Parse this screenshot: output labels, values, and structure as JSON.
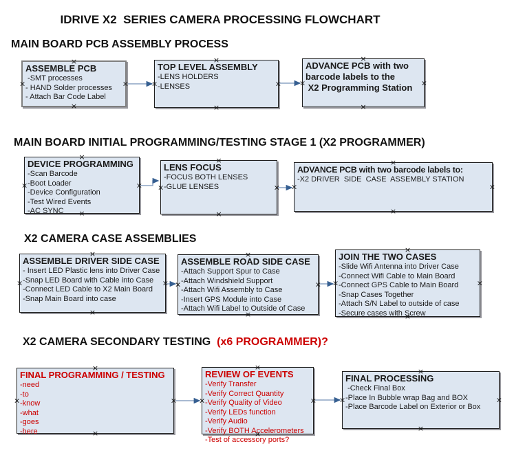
{
  "title": "IDRIVE X2  SERIES CAMERA PROCESSING FLOWCHART",
  "colors": {
    "accent_red": "#cc0000",
    "box_fill": "#dde6f1",
    "arrow_line": "#8ca3c3",
    "arrow_head": "#365f91"
  },
  "sections": [
    {
      "heading": "MAIN BOARD PCB ASSEMBLY PROCESS",
      "heading_red": "",
      "boxes": [
        {
          "title": "ASSEMBLE PCB",
          "lines": [
            " -SMT processes",
            "- HAND Solder processes",
            "- Attach Bar Code Label"
          ]
        },
        {
          "title": "TOP LEVEL ASSEMBLY",
          "lines": [
            "-LENS HOLDERS",
            "-LENSES"
          ]
        },
        {
          "title": "ADVANCE PCB with two",
          "lines": [
            "barcode labels to the",
            " X2 Programming Station"
          ]
        }
      ]
    },
    {
      "heading": "MAIN BOARD INITIAL PROGRAMMING/TESTING STAGE 1 (X2 PROGRAMMER)",
      "heading_red": "",
      "boxes": [
        {
          "title": "DEVICE PROGRAMMING",
          "lines": [
            "-Scan Barcode",
            "-Boot Loader",
            "-Device Configuration",
            "-Test Wired Events",
            "-AC SYNC"
          ]
        },
        {
          "title": "LENS FOCUS",
          "lines": [
            "-FOCUS BOTH LENSES",
            "-GLUE LENSES"
          ]
        },
        {
          "title": "ADVANCE PCB with two barcode labels to:",
          "lines": [
            "-X2 DRIVER  SIDE  CASE  ASSEMBLY STATION"
          ]
        }
      ]
    },
    {
      "heading": "X2 CAMERA CASE ASSEMBLIES",
      "heading_red": "",
      "boxes": [
        {
          "title": "ASSEMBLE DRIVER SIDE CASE",
          "lines": [
            "- Insert LED Plastic lens into Driver Case",
            "-Snap LED Board with Cable into Case",
            "-Connect LED Cable to X2 Main Board",
            "-Snap Main Board into case"
          ]
        },
        {
          "title": "ASSEMBLE ROAD SIDE CASE",
          "lines": [
            "-Attach Support Spur to Case",
            "-Attach Windshield Support",
            "-Attach Wifi Assembly to Case",
            "-Insert GPS Module into Case",
            "-Attach Wifi Label to Outside of Case"
          ]
        },
        {
          "title": "JOIN THE TWO CASES",
          "lines": [
            "-Slide Wifi Antenna into Driver Case",
            "-Connect Wifi Cable to Main Board",
            "-Connect GPS Cable to Main Board",
            "-Snap Cases Together",
            "-Attach S/N Label to outside of case",
            "-Secure cases with Screw"
          ]
        }
      ]
    },
    {
      "heading": "X2 CAMERA SECONDARY TESTING ",
      "heading_red": " (x6 PROGRAMMER)?",
      "boxes": [
        {
          "title": "FINAL PROGRAMMING / TESTING",
          "red": true,
          "lines": [
            "-need",
            "-to",
            "-know",
            "-what",
            "-goes",
            "-here"
          ]
        },
        {
          "title": "REVIEW OF EVENTS",
          "red": true,
          "lines": [
            "-Verify Transfer",
            "-Verify Correct Quantity",
            "-Verify Quality of Video",
            "-Verify LEDs function",
            "-Verify Audio",
            "-Verify BOTH Accelerometers",
            "-Test of accessory ports?"
          ]
        },
        {
          "title": "FINAL PROCESSING",
          "lines": [
            " -Check Final Box",
            "-Place In Bubble wrap Bag and BOX",
            "-Place Barcode Label on Exterior or Box"
          ]
        }
      ]
    }
  ]
}
